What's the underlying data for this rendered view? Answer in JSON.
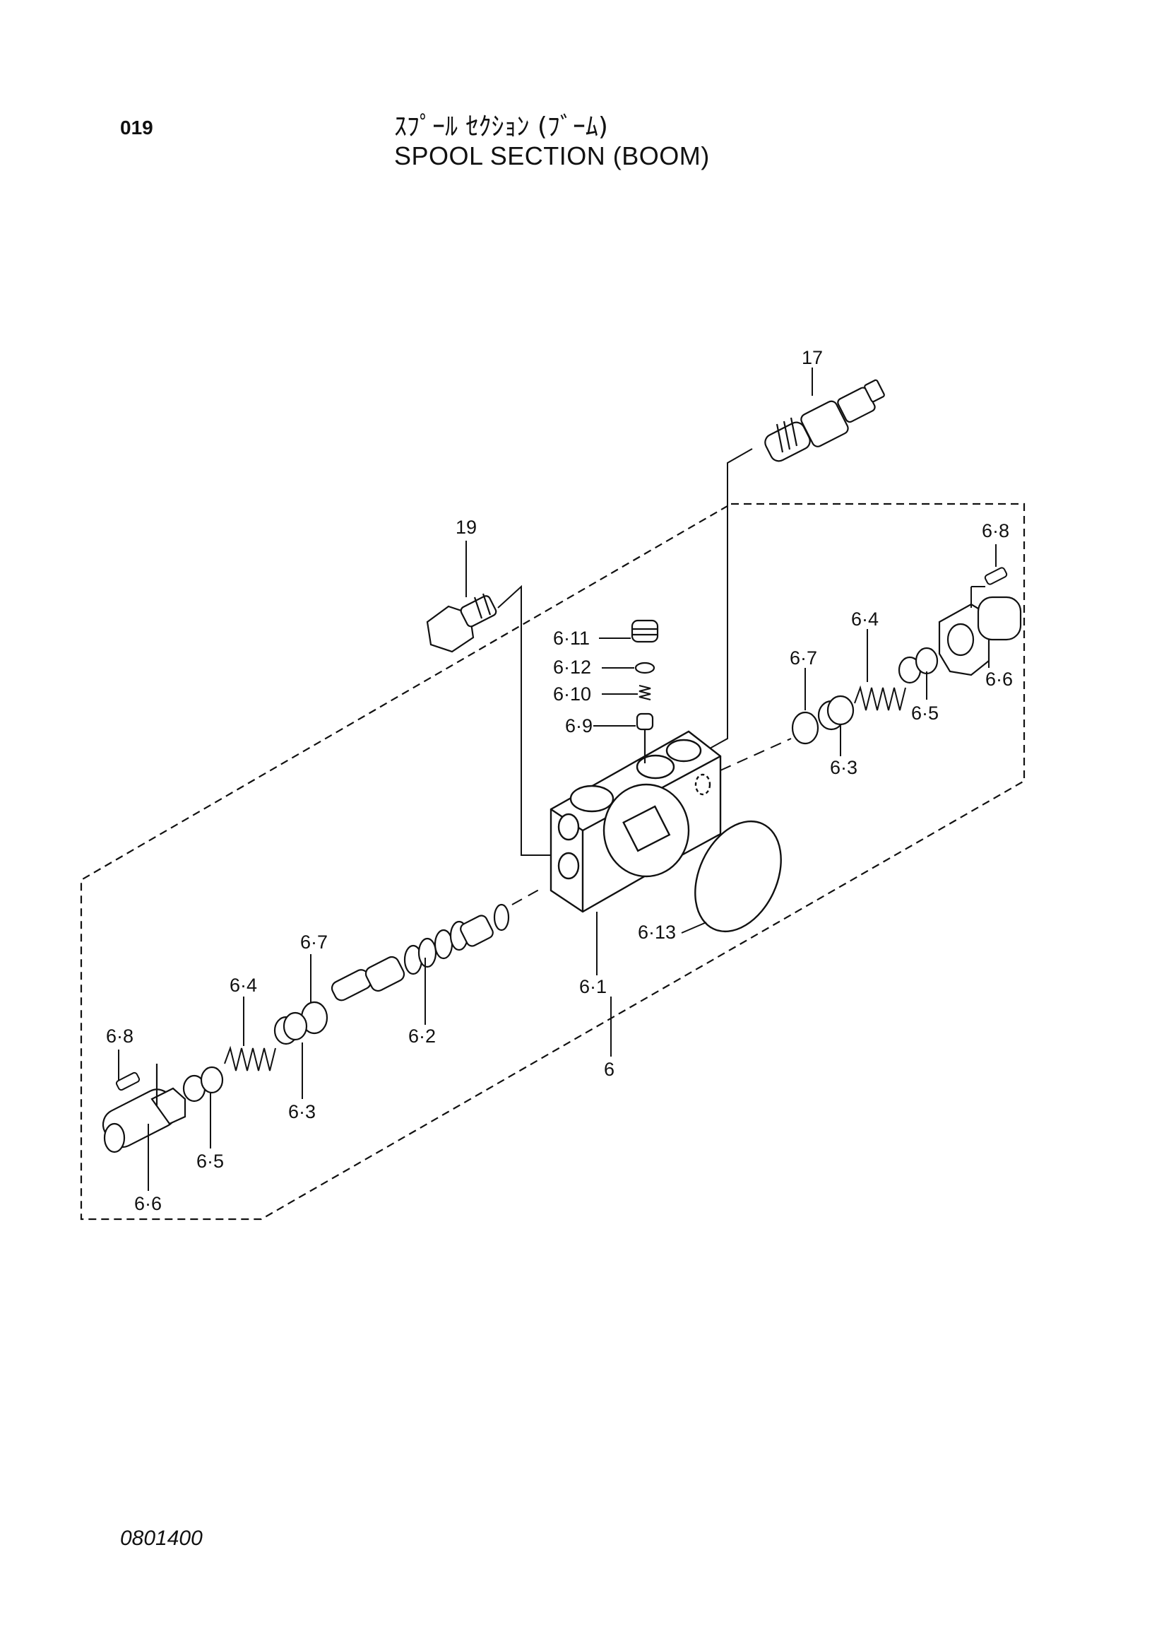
{
  "header": {
    "page_number": "019",
    "title_jp": "ｽﾌﾟｰﾙ ｾｸｼｮﾝ (ﾌﾞｰﾑ)",
    "title_en": "SPOOL  SECTION (BOOM)"
  },
  "footer": {
    "doc_code": "0801400"
  },
  "labels": {
    "p17": "17",
    "p19": "19",
    "p6_8_top": "6·8",
    "p6_4_top": "6·4",
    "p6_7_top": "6·7",
    "p6_6_top": "6·6",
    "p6_5_top": "6·5",
    "p6_3_top": "6·3",
    "p6_11": "6·11",
    "p6_12": "6·12",
    "p6_10": "6·10",
    "p6_9": "6·9",
    "p6_13": "6·13",
    "p6_1": "6·1",
    "p6_2": "6·2",
    "p6": "6",
    "p6_7_bot": "6·7",
    "p6_4_bot": "6·4",
    "p6_8_bot": "6·8",
    "p6_3_bot": "6·3",
    "p6_5_bot": "6·5",
    "p6_6_bot": "6·6"
  }
}
